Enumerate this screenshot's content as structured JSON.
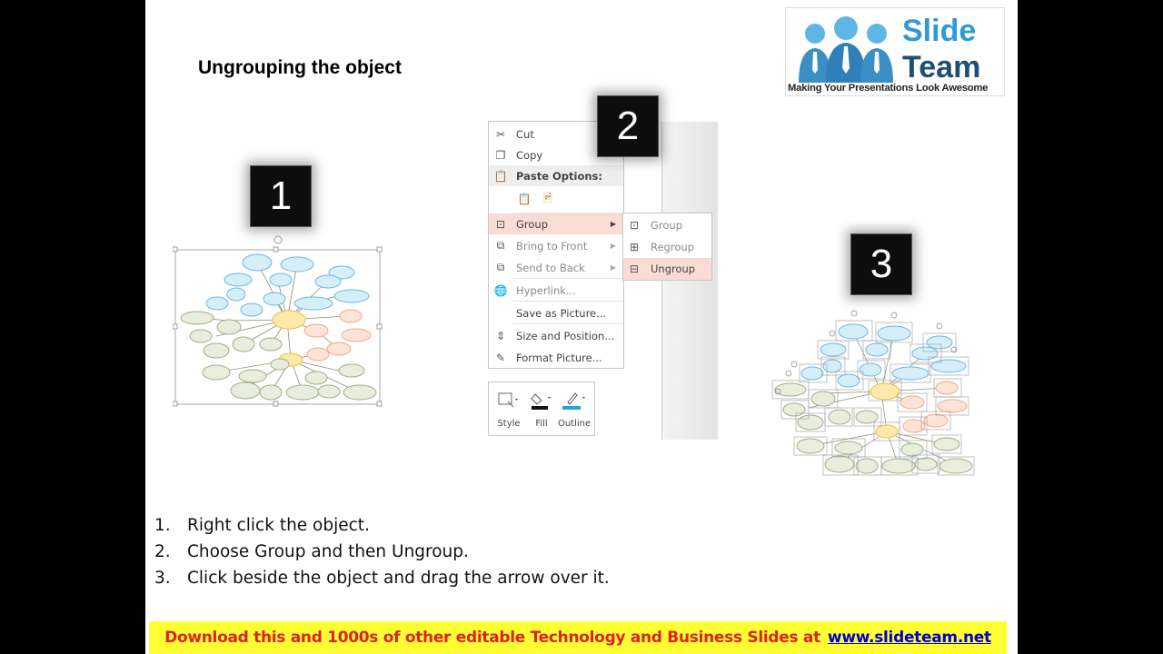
{
  "slide": {
    "title": "Ungrouping the object",
    "logo": {
      "word1": "Slide",
      "word2": "Team",
      "tagline": "Making Your Presentations Look Awesome",
      "colors": {
        "blue": "#2f9ad8",
        "navy": "#1d4f73"
      }
    },
    "badges": [
      "1",
      "2",
      "3"
    ],
    "context_menu": {
      "items": [
        {
          "icon": "scissors-icon",
          "label": "Cut"
        },
        {
          "icon": "copy-icon",
          "label": "Copy"
        },
        {
          "icon": "paste-icon",
          "label": "Paste Options:"
        },
        {
          "icon": "group-icon",
          "label": "Group"
        },
        {
          "icon": "bring-front-icon",
          "label": "Bring to Front"
        },
        {
          "icon": "send-back-icon",
          "label": "Send to Back"
        },
        {
          "icon": "hyperlink-icon",
          "label": "Hyperlink..."
        },
        {
          "icon": "",
          "label": "Save as Picture..."
        },
        {
          "icon": "size-position-icon",
          "label": "Size and Position..."
        },
        {
          "icon": "format-picture-icon",
          "label": "Format Picture..."
        }
      ],
      "submenu": [
        {
          "icon": "group-icon",
          "label": "Group"
        },
        {
          "icon": "regroup-icon",
          "label": "Regroup"
        },
        {
          "icon": "ungroup-icon",
          "label": "Ungroup"
        }
      ],
      "mini_toolbar": [
        {
          "icon": "style-icon",
          "label": "Style"
        },
        {
          "icon": "fill-icon",
          "label": "Fill"
        },
        {
          "icon": "outline-icon",
          "label": "Outline"
        }
      ],
      "highlight_color": "#fadcd5"
    },
    "steps": [
      {
        "num": "1.",
        "text": "Right click the object."
      },
      {
        "num": "2.",
        "text": "Choose Group and then Ungroup."
      },
      {
        "num": "3.",
        "text": "Click beside the object and drag the arrow over it."
      }
    ],
    "footer": {
      "text": "Download this and 1000s of other editable Technology and Business Slides at",
      "link": "www.slideteam.net",
      "bg": "#ffff33",
      "color": "#e02020"
    }
  }
}
